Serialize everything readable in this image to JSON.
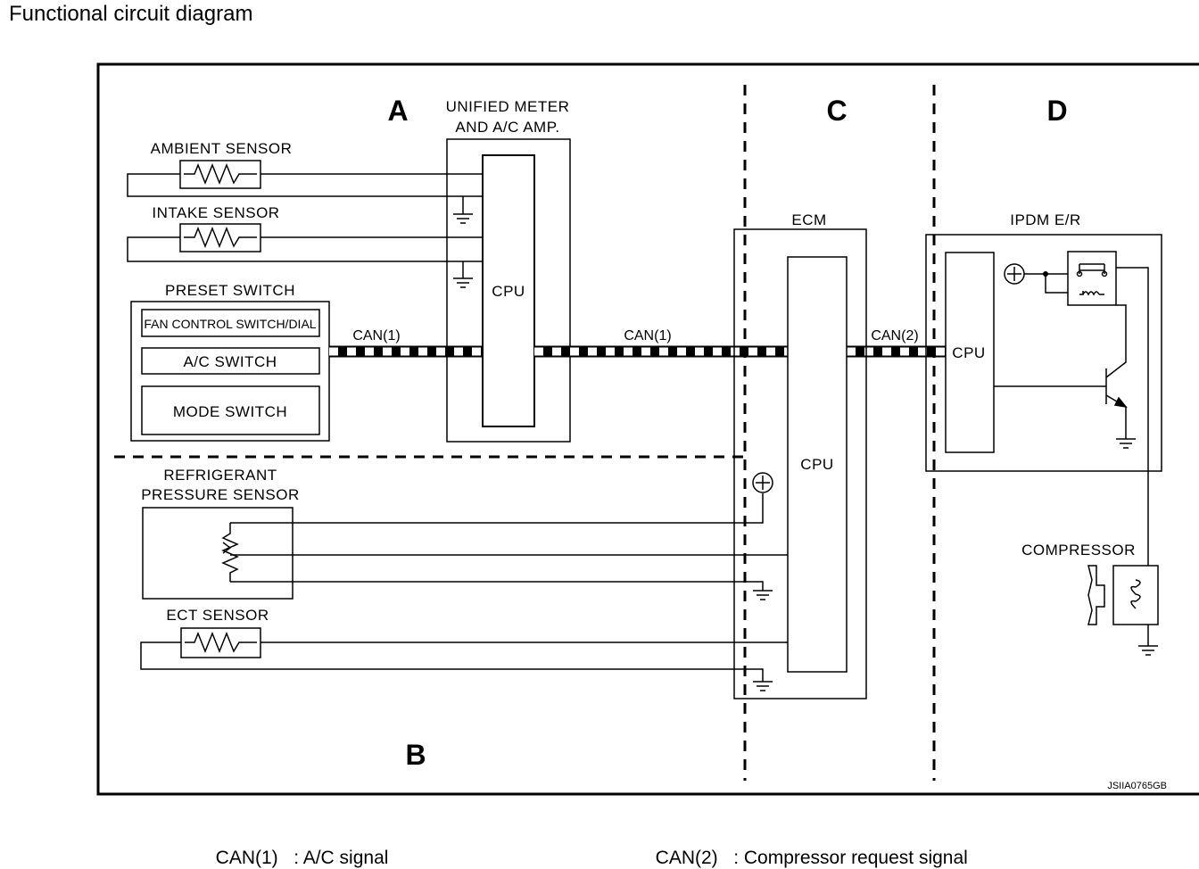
{
  "title": "Functional circuit diagram",
  "zones": {
    "a": "A",
    "b": "B",
    "c": "C",
    "d": "D"
  },
  "components": {
    "unified_meter_line1": "UNIFIED METER",
    "unified_meter_line2": "AND A/C AMP.",
    "ambient_sensor": "AMBIENT SENSOR",
    "intake_sensor": "INTAKE SENSOR",
    "preset_switch": "PRESET SWITCH",
    "fan_control": "FAN CONTROL SWITCH/DIAL",
    "ac_switch": "A/C SWITCH",
    "mode_switch": "MODE SWITCH",
    "refrigerant_line1": "REFRIGERANT",
    "refrigerant_line2": "PRESSURE SENSOR",
    "ect_sensor": "ECT SENSOR",
    "ecm": "ECM",
    "ipdm": "IPDM E/R",
    "compressor": "COMPRESSOR",
    "cpu": "CPU"
  },
  "signals": {
    "can1": "CAN(1)",
    "can2": "CAN(2)"
  },
  "figure_code": "JSIIA0765GB",
  "legend": {
    "can1_code": "CAN(1)",
    "can1_desc": ": A/C signal",
    "can2_code": "CAN(2)",
    "can2_desc": ": Compressor request signal"
  }
}
